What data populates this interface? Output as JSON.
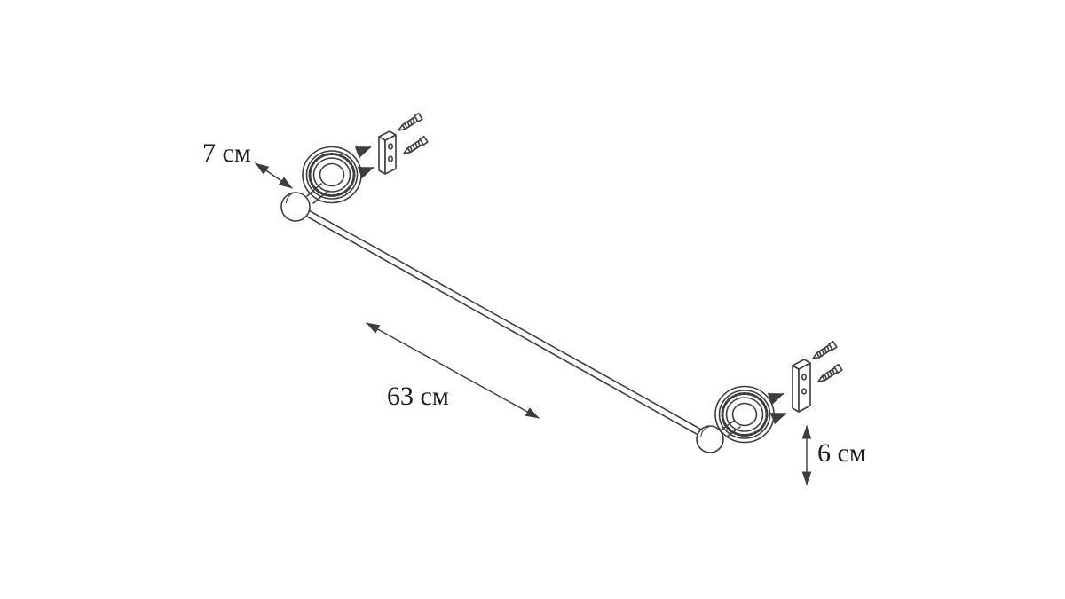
{
  "canvas": {
    "width": "1200",
    "height": "675",
    "background": "#ffffff",
    "stroke_color": "#3d3d3d",
    "text_color": "#1a1a1a"
  },
  "drawing": {
    "subject": "wall-mounted towel bar with two decorative flanges, mounting brackets and screws",
    "labels": {
      "flange_size": "7 см",
      "bar_length": "63 см",
      "wall_clearance": "6 см"
    }
  }
}
